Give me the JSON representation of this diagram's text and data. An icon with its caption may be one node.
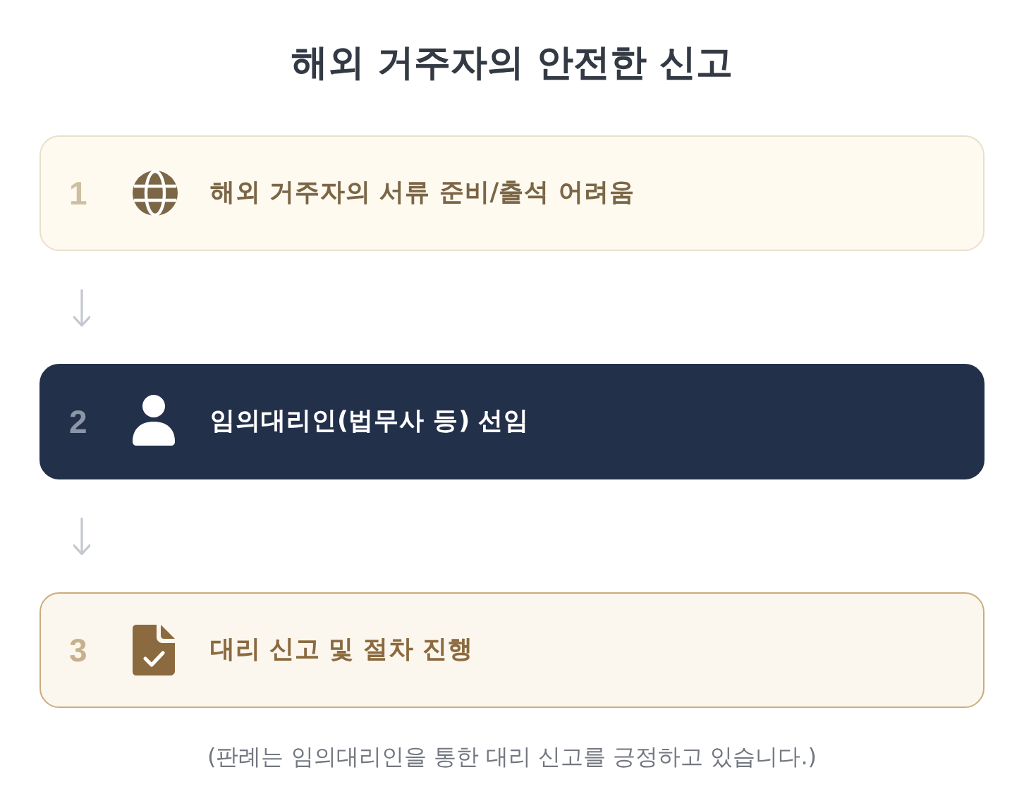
{
  "diagram": {
    "title": "해외 거주자의 안전한 신고",
    "nodes": [
      {
        "text": [
          "1",
          "해외 거주자의 서류 준비/출석 어려움"
        ]
      },
      {
        "text": [
          "2",
          "임의대리인(법무사 등) 선임"
        ]
      },
      {
        "text": [
          "3",
          "대리 신고 및 절차 진행"
        ]
      }
    ],
    "edges": [
      {
        "from": 0,
        "to": 1,
        "arrow": "to"
      },
      {
        "from": 1,
        "to": 2,
        "arrow": "to"
      }
    ],
    "caption": "(판례는 임의대리인을 통한 대리 신고를 긍정하고 있습니다.)"
  }
}
